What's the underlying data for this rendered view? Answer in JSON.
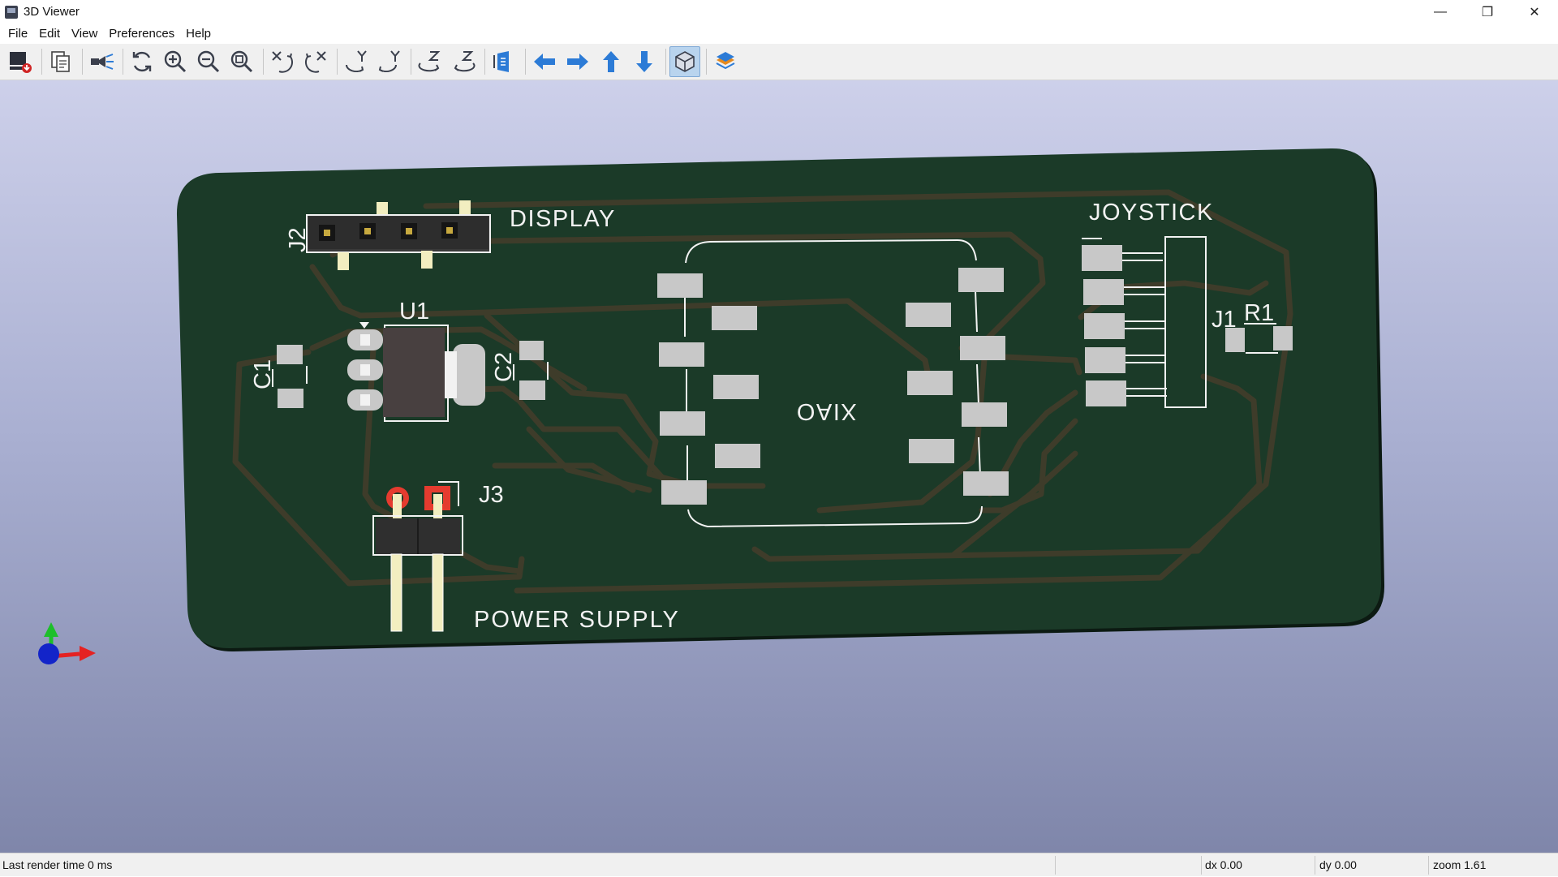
{
  "window": {
    "title": "3D Viewer",
    "minimize": "—",
    "maximize": "❐",
    "close": "✕"
  },
  "menu": [
    "File",
    "Edit",
    "View",
    "Preferences",
    "Help"
  ],
  "toolbar": [
    {
      "name": "export-image-button",
      "icon": "export-image-icon"
    },
    {
      "name": "copy-to-clipboard-button",
      "icon": "copy-icon"
    },
    {
      "name": "raytracing-button",
      "icon": "render-icon"
    },
    {
      "name": "reload-button",
      "icon": "refresh-icon"
    },
    {
      "name": "zoom-in-button",
      "icon": "zoom-in-icon"
    },
    {
      "name": "zoom-out-button",
      "icon": "zoom-out-icon"
    },
    {
      "name": "zoom-fit-button",
      "icon": "zoom-fit-icon"
    },
    {
      "name": "rotate-x-cw-button",
      "icon": "rotate-x-cw-icon"
    },
    {
      "name": "rotate-x-ccw-button",
      "icon": "rotate-x-ccw-icon"
    },
    {
      "name": "rotate-y-cw-button",
      "icon": "rotate-y-cw-icon"
    },
    {
      "name": "rotate-y-ccw-button",
      "icon": "rotate-y-ccw-icon"
    },
    {
      "name": "rotate-z-cw-button",
      "icon": "rotate-z-cw-icon"
    },
    {
      "name": "rotate-z-ccw-button",
      "icon": "rotate-z-ccw-icon"
    },
    {
      "name": "flip-board-button",
      "icon": "flip-board-icon"
    },
    {
      "name": "move-left-button",
      "icon": "arrow-left-icon"
    },
    {
      "name": "move-right-button",
      "icon": "arrow-right-icon"
    },
    {
      "name": "move-up-button",
      "icon": "arrow-up-icon"
    },
    {
      "name": "move-down-button",
      "icon": "arrow-down-icon"
    },
    {
      "name": "orthographic-toggle-button",
      "icon": "ortho-cube-icon"
    },
    {
      "name": "layers-button",
      "icon": "layers-icon"
    }
  ],
  "board": {
    "labels": {
      "display": "DISPLAY",
      "joystick": "JOYSTICK",
      "power_supply": "POWER SUPPLY",
      "xiao": "XIAO",
      "j1": "J1",
      "j2": "J2",
      "j3": "J3",
      "u1": "U1",
      "r1": "R1",
      "c1": "C1",
      "c2": "C2"
    }
  },
  "status": {
    "render_time": "Last render time 0 ms",
    "dx": "dx 0.00",
    "dy": "dy 0.00",
    "zoom": "zoom 1.61"
  }
}
